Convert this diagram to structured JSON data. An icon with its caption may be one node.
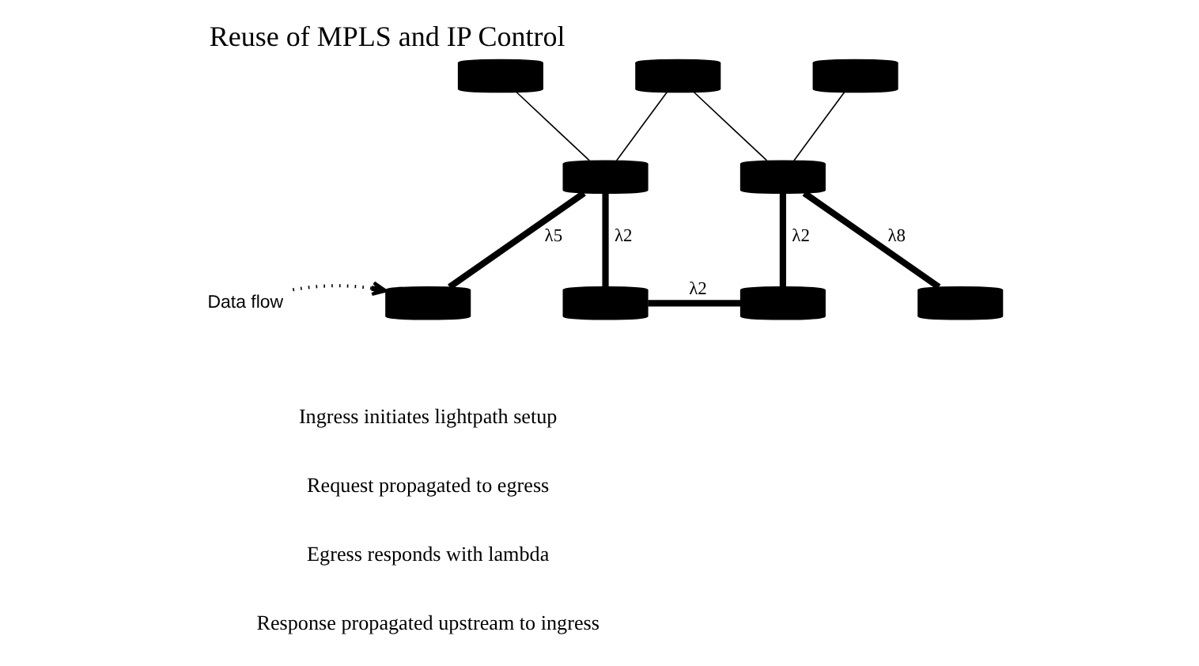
{
  "diagram": {
    "title": "Reuse of MPLS and IP Control",
    "nodes": [
      {
        "text": [],
        "shape": "cylinder"
      },
      {
        "text": [],
        "shape": "cylinder"
      },
      {
        "text": [],
        "shape": "cylinder"
      },
      {
        "text": [],
        "shape": "cylinder"
      },
      {
        "text": [],
        "shape": "cylinder"
      },
      {
        "text": [],
        "shape": "cylinder"
      },
      {
        "text": [],
        "shape": "cylinder"
      },
      {
        "text": [],
        "shape": "cylinder"
      },
      {
        "text": [],
        "shape": "cylinder"
      },
      {
        "text": [
          "Data flow"
        ]
      }
    ],
    "edges": [
      {
        "from": 0,
        "to": 1,
        "arrow": "none"
      },
      {
        "from": 3,
        "to": 1,
        "arrow": "none"
      },
      {
        "from": 3,
        "to": 6,
        "arrow": "none"
      },
      {
        "from": 7,
        "to": 6,
        "arrow": "none"
      },
      {
        "from": 1,
        "to": 2,
        "arrow": "none",
        "label": "λ5",
        "style": "thick"
      },
      {
        "from": 1,
        "to": 4,
        "arrow": "none",
        "label": "λ2",
        "style": "thick"
      },
      {
        "from": 4,
        "to": 5,
        "arrow": "none",
        "label": "λ2",
        "style": "thick"
      },
      {
        "from": 6,
        "to": 5,
        "arrow": "none",
        "label": "λ2",
        "style": "thick"
      },
      {
        "from": 6,
        "to": 8,
        "arrow": "none",
        "label": "λ8",
        "style": "thick"
      },
      {
        "from": 9,
        "to": 2,
        "arrow": "to",
        "style": "dashed"
      }
    ],
    "labels": [
      "Ingress initiates lightpath setup",
      "Request propagated to egress",
      "Egress responds with lambda",
      "Response propagated upstream to ingress"
    ]
  }
}
